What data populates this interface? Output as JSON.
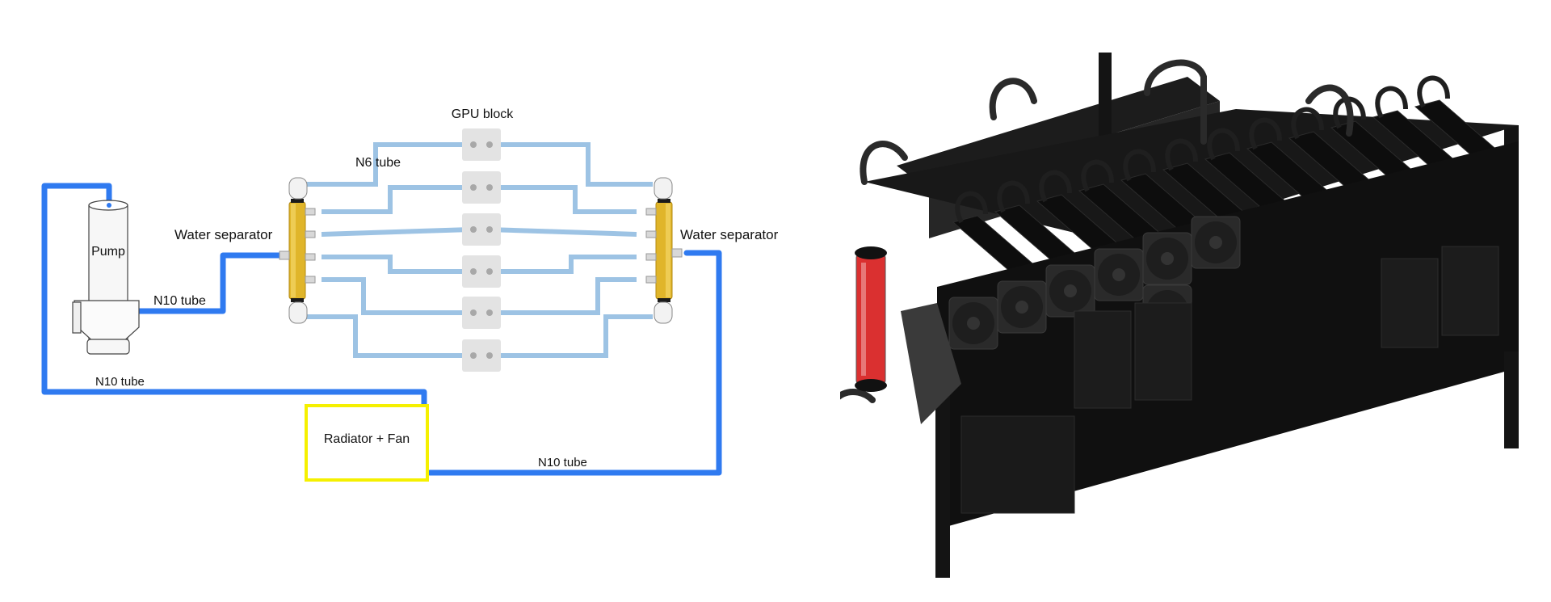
{
  "diagram": {
    "title": "GPU mining rig water cooling loop",
    "labels": {
      "pump": "Pump",
      "gpu_block": "GPU block",
      "n6_tube": "N6 tube",
      "water_separator_left": "Water separator",
      "water_separator_right": "Water separator",
      "n10_tube_pump_out": "N10 tube",
      "n10_tube_return": "N10 tube",
      "n10_tube_bottom": "N10 tube",
      "radiator_fan": "Radiator + Fan"
    },
    "gpu_block_count": 6,
    "colors": {
      "n10_tube": "#2f7af0",
      "n6_tube": "#9dc3e4",
      "separator_brass": "#e0b52a",
      "radiator_box_border": "#f5f000",
      "gpu_block_fill": "#e3e3e3",
      "gpu_port": "#a8a8a8"
    }
  },
  "photo": {
    "subject": "Open-frame GPU mining rig with water cooling",
    "gpu_count": 12,
    "front_fan_count": 7,
    "colors": {
      "frame": "#141414",
      "coolant": "#d61a1a"
    }
  }
}
